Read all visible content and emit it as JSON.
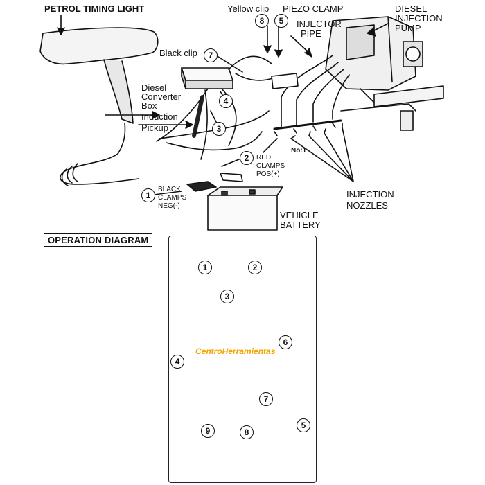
{
  "top_diagram": {
    "labels": {
      "petrol_timing_light": "PETROL TIMING LIGHT",
      "yellow_clip": "Yellow clip",
      "piezo_clamp": "PIEZO CLAMP",
      "injector_pipe_1": "INJECTOR",
      "injector_pipe_2": "PIPE",
      "diesel_pump_1": "DIESEL",
      "diesel_pump_2": "INJECTION",
      "diesel_pump_3": "PUMP",
      "black_clip": "Black clip",
      "converter_1": "Diesel",
      "converter_2": "Converter",
      "converter_3": "Box",
      "induction_1": "Induction",
      "induction_2": "Pickup",
      "red_clamps_1": "RED",
      "red_clamps_2": "CLAMPS",
      "red_clamps_3": "POS(+)",
      "black_clamps_1": "BLACK",
      "black_clamps_2": "CLAMPS",
      "black_clamps_3": "NEG(-)",
      "no1": "No:1",
      "nozzles_1": "INJECTION",
      "nozzles_2": "NOZZLES",
      "battery_1": "VEHICLE",
      "battery_2": "BATTERY"
    },
    "callouts": [
      "8",
      "5",
      "7",
      "4",
      "3",
      "2",
      "1"
    ]
  },
  "operation_diagram": {
    "title": "OPERATION DIAGRAM",
    "brand": "CentroHerramientas",
    "callouts": [
      "1",
      "2",
      "3",
      "4",
      "6",
      "7",
      "5",
      "9",
      "8"
    ]
  }
}
